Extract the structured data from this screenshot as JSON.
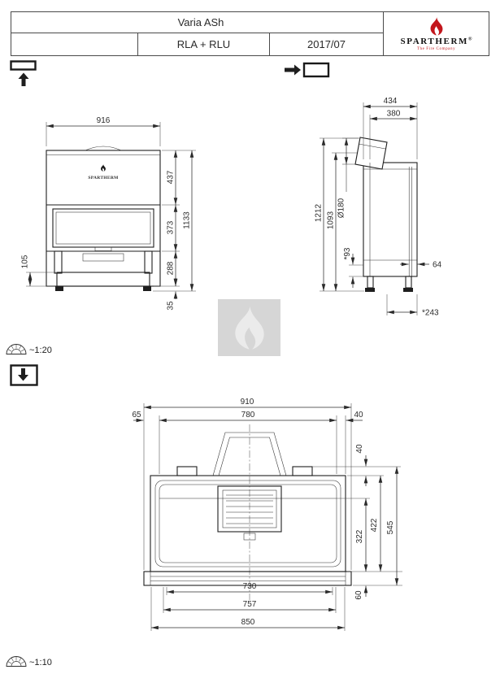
{
  "colors": {
    "brand_red": "#c3161c",
    "line": "#222222",
    "watermark_gray": "#d6d6d6"
  },
  "title_block": {
    "model": "Varia ASh",
    "variant": "RLA + RLU",
    "date": "2017/07",
    "brand": "SPARTHERM",
    "brand_reg": "®",
    "brand_tagline": "The Fire Company"
  },
  "front_view": {
    "logo": "SPARTHERM",
    "dim_width": "916",
    "dim_hood": "437",
    "dim_glass": "373",
    "dim_total": "1133",
    "dim_base": "288",
    "dim_plinth": "105",
    "dim_foot": "35"
  },
  "side_view": {
    "dim_depth_total": "434",
    "dim_depth_body": "380",
    "dim_height_total": "1212",
    "dim_height_body": "1093",
    "dim_flue": "Ø180",
    "dim_93": "*93",
    "dim_64": "64",
    "dim_243": "*243"
  },
  "top_view": {
    "dim_910": "910",
    "dim_780": "780",
    "dim_65": "65",
    "dim_40_right": "40",
    "dim_40_rear": "40",
    "dim_322": "322",
    "dim_422": "422",
    "dim_545": "545",
    "dim_730": "730",
    "dim_757": "757",
    "dim_850": "850",
    "dim_60": "60"
  },
  "scales": {
    "front_side": "~1:20",
    "top": "~1:10"
  }
}
